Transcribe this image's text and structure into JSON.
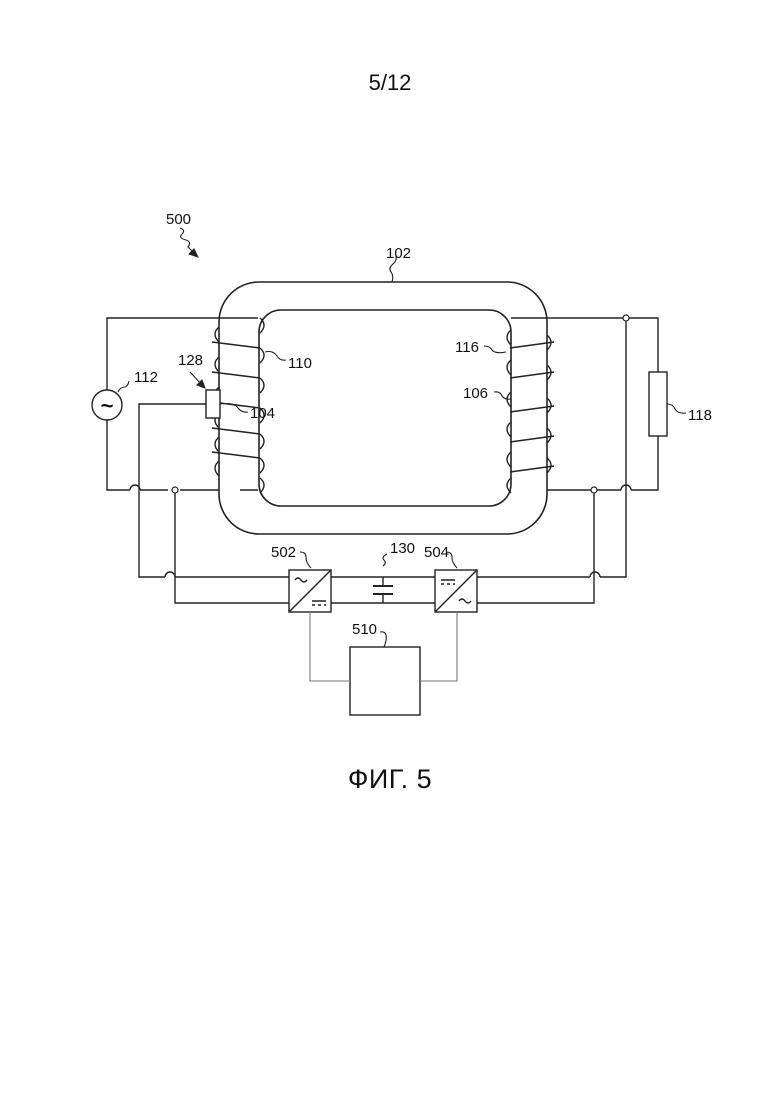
{
  "page_number": "5/12",
  "figure_caption": "ФИГ. 5",
  "diagram": {
    "labels": {
      "system": "500",
      "core": "102",
      "coil_primary": "104",
      "coil_primary_turns": "110",
      "coil_secondary": "106",
      "coil_secondary_turns": "116",
      "ac_source": "112",
      "source_symbol": "~",
      "sensor": "128",
      "load": "118",
      "converter_left": "502",
      "converter_right": "504",
      "capacitor": "130",
      "controller": "510"
    }
  }
}
